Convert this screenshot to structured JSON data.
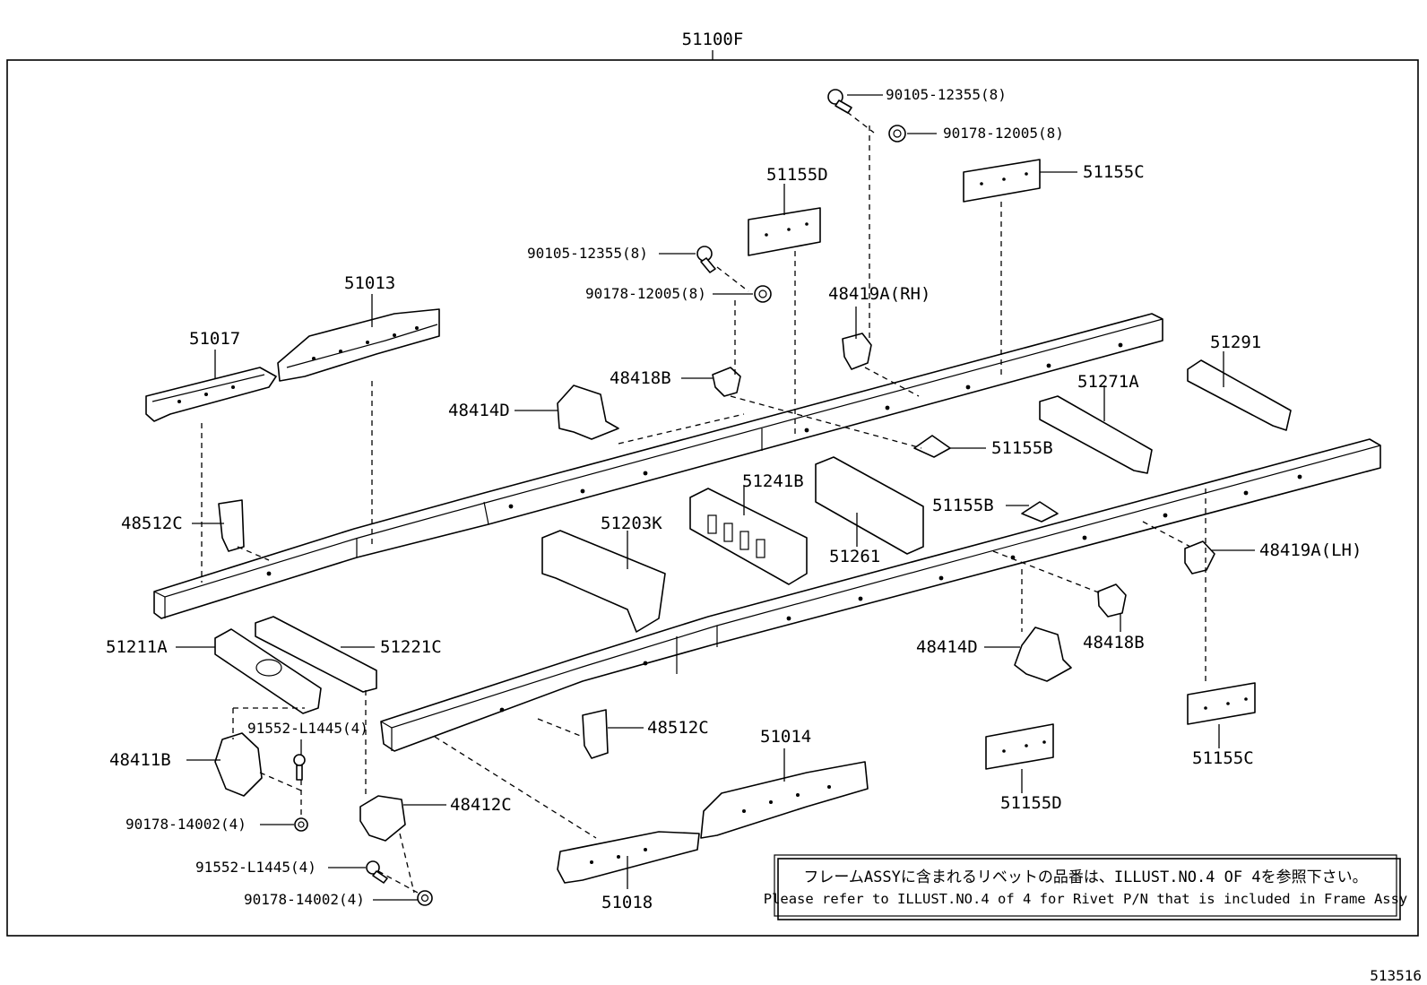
{
  "assembly_label": "51100F",
  "drawing_number": "513516",
  "note": {
    "jp": "フレームASSYに含まれるリベットの品番は、ILLUST.NO.4 OF 4を参照下さい。",
    "en": "Please refer to ILLUST.NO.4 of 4 for Rivet P/N that is included in Frame Assy"
  },
  "callouts": {
    "c01": "90105-12355(8)",
    "c02": "90178-12005(8)",
    "c03": "51155C",
    "c04": "51155D",
    "c05": "90105-12355(8)",
    "c06": "90178-12005(8)",
    "c07": "48419A(RH)",
    "c08": "51013",
    "c09": "51017",
    "c10": "48418B",
    "c11": "48414D",
    "c12": "51291",
    "c13": "51271A",
    "c14": "51155B",
    "c15": "51241B",
    "c16": "51155B",
    "c17": "48512C",
    "c18": "51203K",
    "c19": "51261",
    "c20": "48419A(LH)",
    "c21": "51211A",
    "c22": "51221C",
    "c23": "48414D",
    "c24": "48418B",
    "c25": "91552-L1445(4)",
    "c26": "48411B",
    "c27": "48512C",
    "c28": "51014",
    "c29": "48412C",
    "c30": "90178-14002(4)",
    "c31": "51155C",
    "c32": "51155D",
    "c33": "91552-L1445(4)",
    "c34": "90178-14002(4)",
    "c35": "51018"
  }
}
